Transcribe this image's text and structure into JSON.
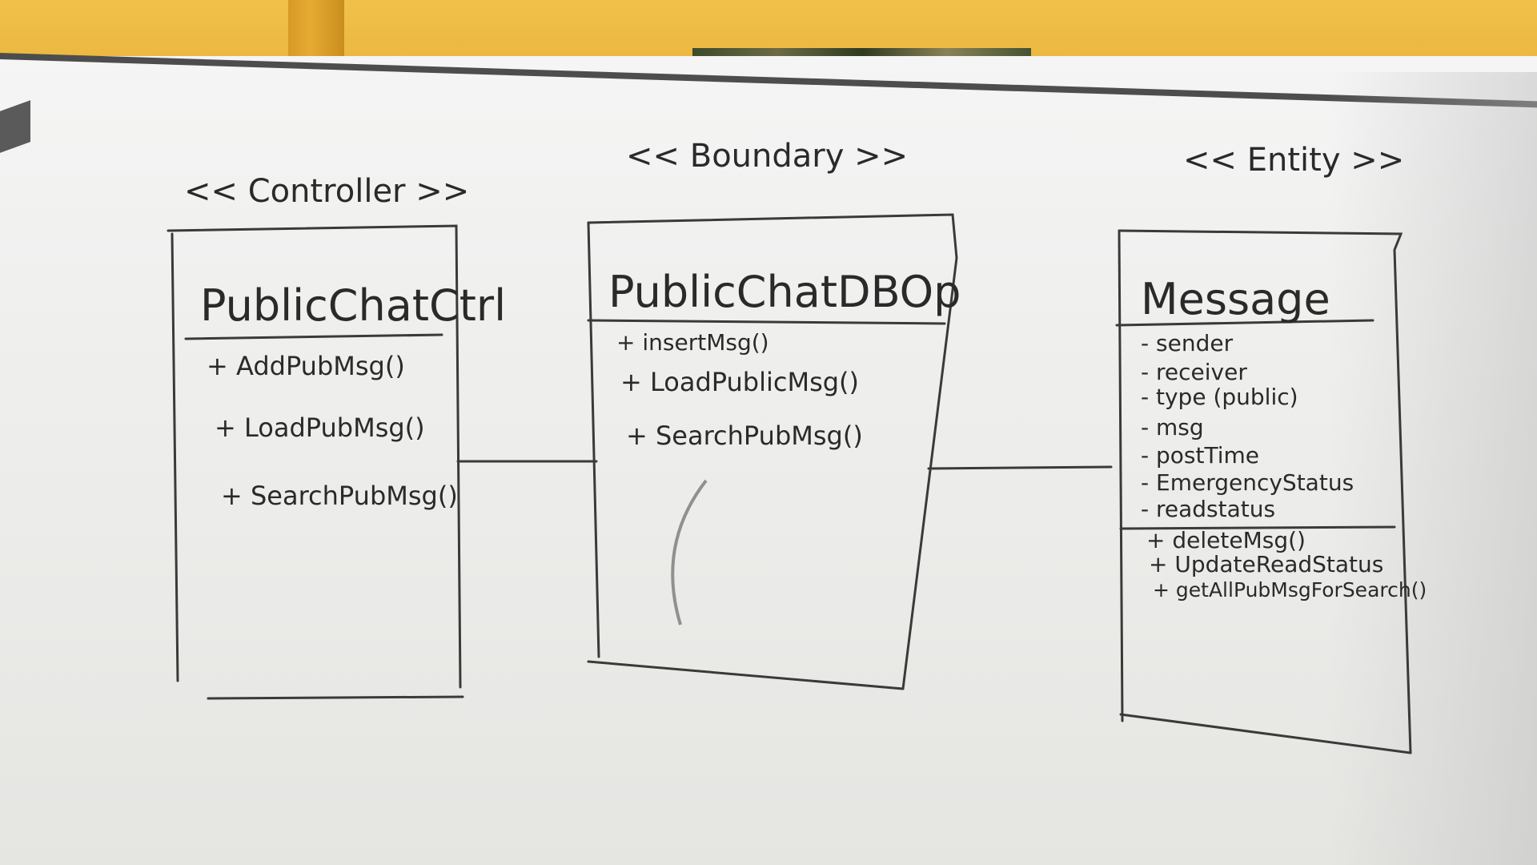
{
  "classes": [
    {
      "stereotype": "<< Controller >>",
      "name": "PublicChatCtrl",
      "attributes": [],
      "methods": [
        "+ AddPubMsg()",
        "+ LoadPubMsg()",
        "+ SearchPubMsg()"
      ]
    },
    {
      "stereotype": "<< Boundary >>",
      "name": "PublicChatDBOp",
      "attributes": [],
      "methods": [
        "+ insertMsg()",
        "+ LoadPublicMsg()",
        "+ SearchPubMsg()"
      ]
    },
    {
      "stereotype": "<< Entity >>",
      "name": "Message",
      "attributes": [
        "- sender",
        "- receiver",
        "- type (public)",
        "- msg",
        "- postTime",
        "- EmergencyStatus",
        "- readstatus"
      ],
      "methods": [
        "+ deleteMsg()",
        "+ UpdateReadStatus",
        "+ getAllPubMsgForSearch()"
      ]
    }
  ],
  "colors": {
    "wall": "#e9b43a",
    "board": "#f0f0ee",
    "ink": "#2a2a2a"
  }
}
